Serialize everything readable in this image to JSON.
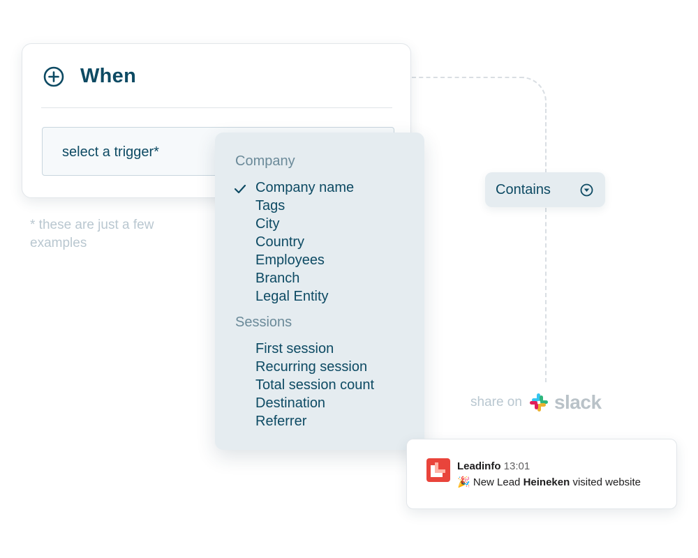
{
  "when_card": {
    "title": "When",
    "trigger_placeholder": "select a trigger*"
  },
  "note": "* these are just a few examples",
  "dropdown": {
    "groups": [
      {
        "title": "Company",
        "options": [
          "Company name",
          "Tags",
          "City",
          "Country",
          "Employees",
          "Branch",
          "Legal Entity"
        ],
        "selected": "Company name"
      },
      {
        "title": "Sessions",
        "options": [
          "First session",
          "Recurring session",
          "Total session count",
          "Destination",
          "Referrer"
        ]
      }
    ]
  },
  "operator": {
    "label": "Contains"
  },
  "share": {
    "text": "share on",
    "brand": "slack"
  },
  "notification": {
    "app_name": "Leadinfo",
    "time": "13:01",
    "emoji": "🎉",
    "message_prefix": "New Lead",
    "company": "Heineken",
    "message_suffix": "visited website"
  },
  "colors": {
    "primary": "#0d4a63",
    "muted": "#b9c7d0",
    "dropdown_bg": "#e5ecf0",
    "brand_red": "#e9443b"
  },
  "icons": [
    "plus-circle-icon",
    "check-icon",
    "chevron-down-circle-icon",
    "slack-logo-icon",
    "leadinfo-logo-icon"
  ]
}
